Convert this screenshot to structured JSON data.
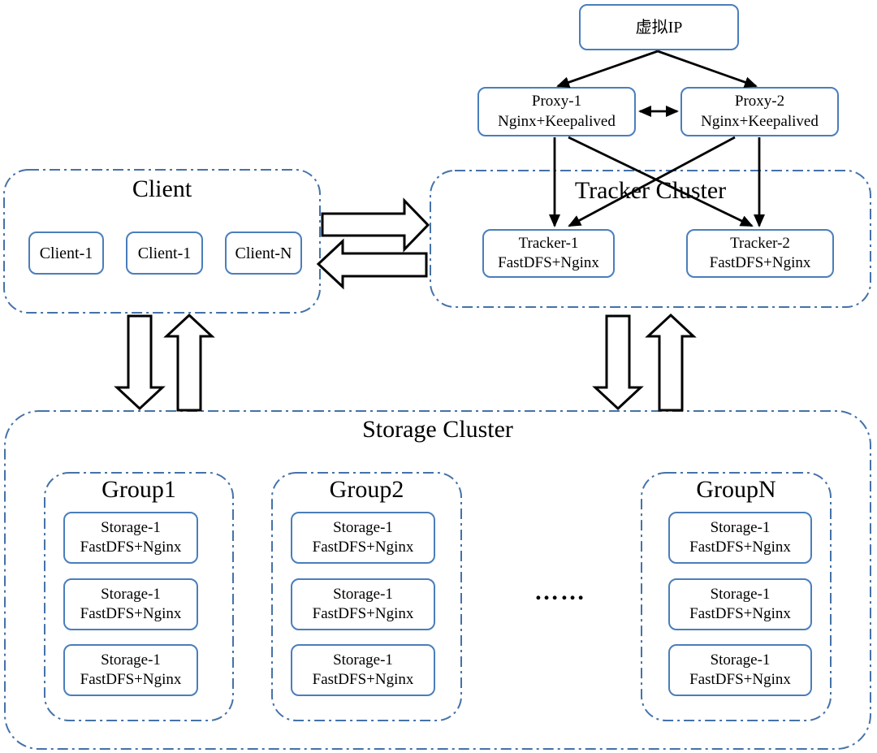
{
  "diagram": {
    "vip": {
      "label": "虚拟IP"
    },
    "proxies": [
      {
        "line1": "Proxy-1",
        "line2": "Nginx+Keepalived"
      },
      {
        "line1": "Proxy-2",
        "line2": "Nginx+Keepalived"
      }
    ],
    "client": {
      "title": "Client",
      "nodes": [
        {
          "label": "Client-1"
        },
        {
          "label": "Client-1"
        },
        {
          "label": "Client-N"
        }
      ]
    },
    "tracker": {
      "title": "Tracker Cluster",
      "nodes": [
        {
          "line1": "Tracker-1",
          "line2": "FastDFS+Nginx"
        },
        {
          "line1": "Tracker-2",
          "line2": "FastDFS+Nginx"
        }
      ]
    },
    "storage": {
      "title": "Storage Cluster",
      "ellipsis": "……",
      "groups": [
        {
          "title": "Group1",
          "nodes": [
            {
              "line1": "Storage-1",
              "line2": "FastDFS+Nginx"
            },
            {
              "line1": "Storage-1",
              "line2": "FastDFS+Nginx"
            },
            {
              "line1": "Storage-1",
              "line2": "FastDFS+Nginx"
            }
          ]
        },
        {
          "title": "Group2",
          "nodes": [
            {
              "line1": "Storage-1",
              "line2": "FastDFS+Nginx"
            },
            {
              "line1": "Storage-1",
              "line2": "FastDFS+Nginx"
            },
            {
              "line1": "Storage-1",
              "line2": "FastDFS+Nginx"
            }
          ]
        },
        {
          "title": "GroupN",
          "nodes": [
            {
              "line1": "Storage-1",
              "line2": "FastDFS+Nginx"
            },
            {
              "line1": "Storage-1",
              "line2": "FastDFS+Nginx"
            },
            {
              "line1": "Storage-1",
              "line2": "FastDFS+Nginx"
            }
          ]
        }
      ]
    },
    "colors": {
      "node_border": "#4a7ebb",
      "container_border": "#4472a8",
      "arrow": "#000000"
    }
  }
}
